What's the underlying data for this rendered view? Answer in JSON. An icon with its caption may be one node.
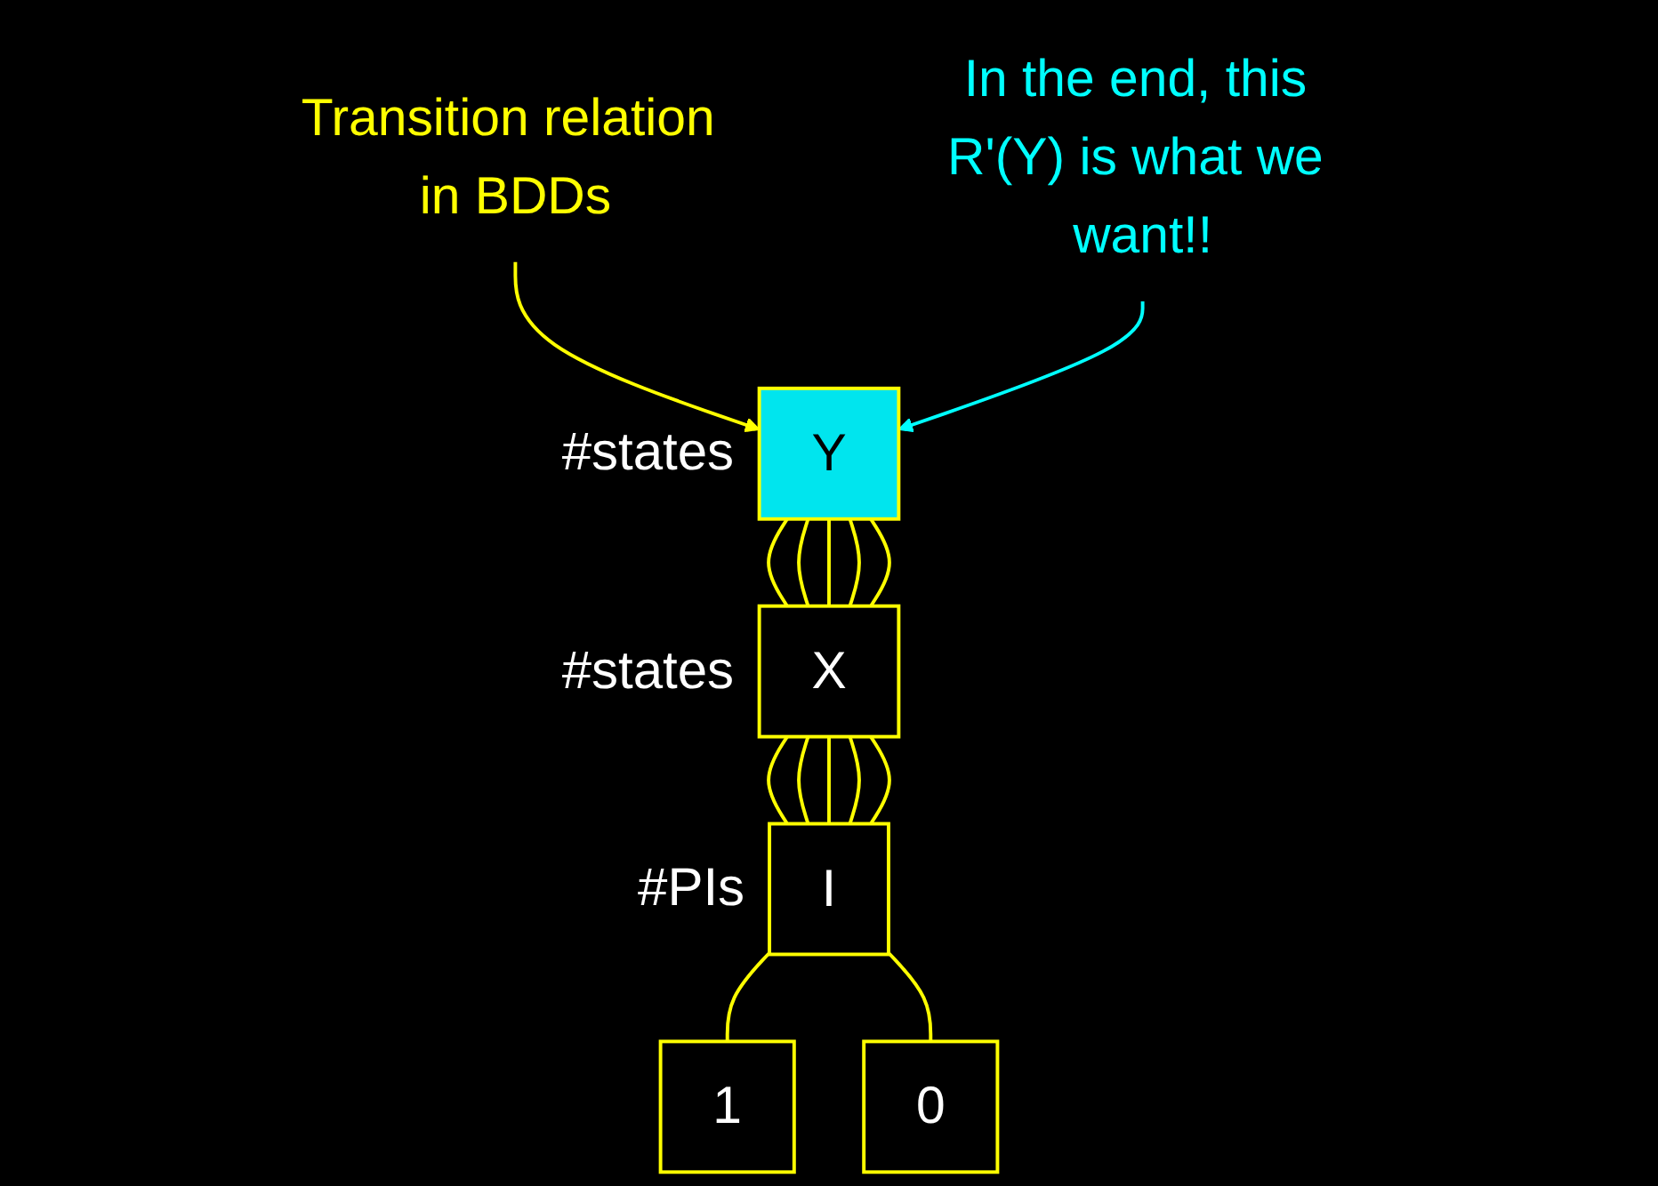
{
  "diagram": {
    "nodes": [
      {
        "text": [
          "Transition relation in BDDs"
        ]
      },
      {
        "text": [
          "Y"
        ],
        "beside": [
          "#states"
        ]
      },
      {
        "text": [
          "X"
        ],
        "beside": [
          "#states"
        ]
      },
      {
        "text": [
          "I"
        ],
        "beside": [
          "#PIs"
        ]
      },
      {
        "text": [
          "In the end, this R'(Y) is what we want!!"
        ]
      },
      {
        "text": [
          "1"
        ]
      },
      {
        "text": [
          "0"
        ]
      }
    ],
    "edges": [
      {
        "from": 0,
        "to": 1,
        "arrow": "to"
      },
      {
        "from": 1,
        "to": 2,
        "arrow": "none"
      },
      {
        "from": 1,
        "to": 2,
        "arrow": "none"
      },
      {
        "from": 1,
        "to": 2,
        "arrow": "none"
      },
      {
        "from": 1,
        "to": 2,
        "arrow": "none"
      },
      {
        "from": 1,
        "to": 2,
        "arrow": "none"
      },
      {
        "from": 2,
        "to": 3,
        "arrow": "none"
      },
      {
        "from": 2,
        "to": 3,
        "arrow": "none"
      },
      {
        "from": 2,
        "to": 3,
        "arrow": "none"
      },
      {
        "from": 2,
        "to": 3,
        "arrow": "none"
      },
      {
        "from": 2,
        "to": 3,
        "arrow": "none"
      },
      {
        "from": 3,
        "to": 5,
        "arrow": "none"
      },
      {
        "from": 3,
        "to": 6,
        "arrow": "none"
      },
      {
        "from": 4,
        "to": 1,
        "arrow": "to",
        "color": "#00ffff"
      }
    ]
  }
}
